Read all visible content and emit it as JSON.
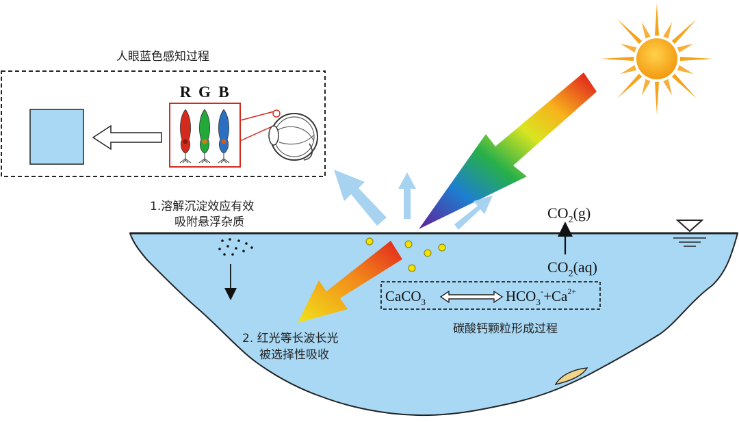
{
  "perception": {
    "title": "人眼蓝色感知过程",
    "rgb": [
      {
        "letter": "R",
        "color": "#d42a1e"
      },
      {
        "letter": "G",
        "color": "#23a83a"
      },
      {
        "letter": "B",
        "color": "#1f3fa8"
      }
    ]
  },
  "effects": {
    "effect1": [
      "1.溶解沉淀效应有效",
      "吸附悬浮杂质"
    ],
    "effect2": [
      "2. 红光等长波长光",
      "被选择性吸收"
    ]
  },
  "co2": {
    "gas_prefix": "CO",
    "gas_sub": "2",
    "gas_suffix": "(g)",
    "aq_prefix": "CO",
    "aq_sub": "2",
    "aq_suffix": "(aq)"
  },
  "equilibrium": {
    "left_prefix": "CaCO",
    "left_sub": "3",
    "right_prefix": "HCO",
    "right_sub": "3",
    "right_sup": "-",
    "plus": "+Ca",
    "plus_sup": "2+",
    "label": "碳酸钙颗粒形成过程"
  },
  "colors": {
    "water": "#a9d8f5",
    "sky_arrow": "#a7d3f0",
    "sun": "#f5a31a",
    "particle": "#f2e200"
  }
}
